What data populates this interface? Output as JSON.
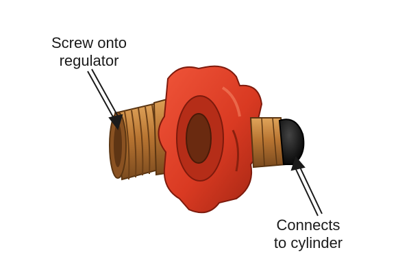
{
  "labels": {
    "regulator_line1": "Screw onto",
    "regulator_line2": "regulator",
    "cylinder_line1": "Connects",
    "cylinder_line2": "to cylinder"
  },
  "colors": {
    "handwheel": "#d93a22",
    "brass": "#c98a3c",
    "cap": "#111111",
    "arrow": "#1a1a1a"
  }
}
